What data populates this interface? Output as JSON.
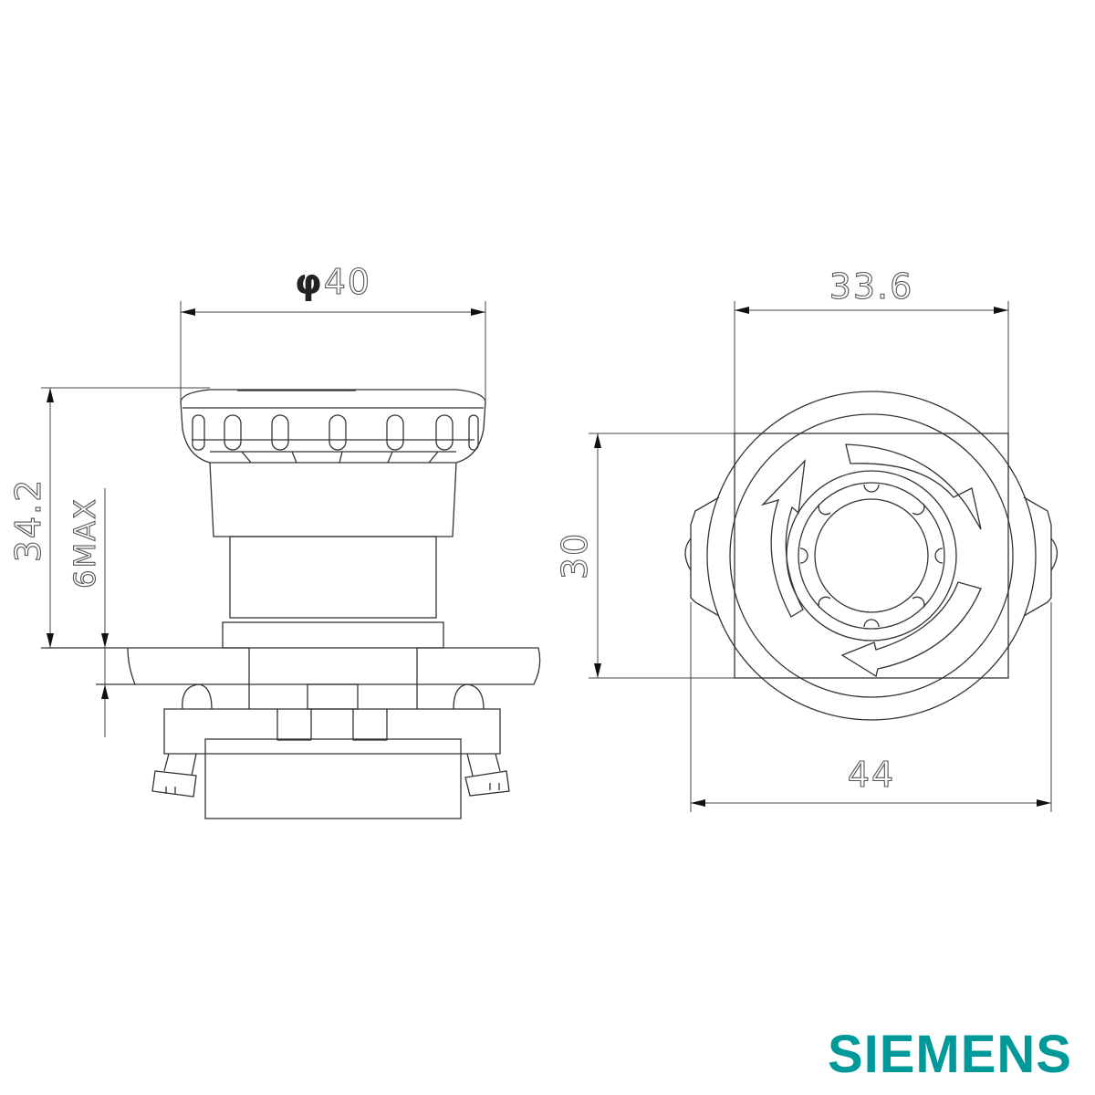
{
  "dimensions": {
    "cap_diameter": {
      "symbol": "φ",
      "value": "40"
    },
    "front_width": "33.6",
    "total_height": "34.2",
    "panel_thickness": "6MAX",
    "front_height": "30",
    "lug_width": "44"
  },
  "logo": {
    "text": "SIEMENS",
    "color": "#009999"
  }
}
